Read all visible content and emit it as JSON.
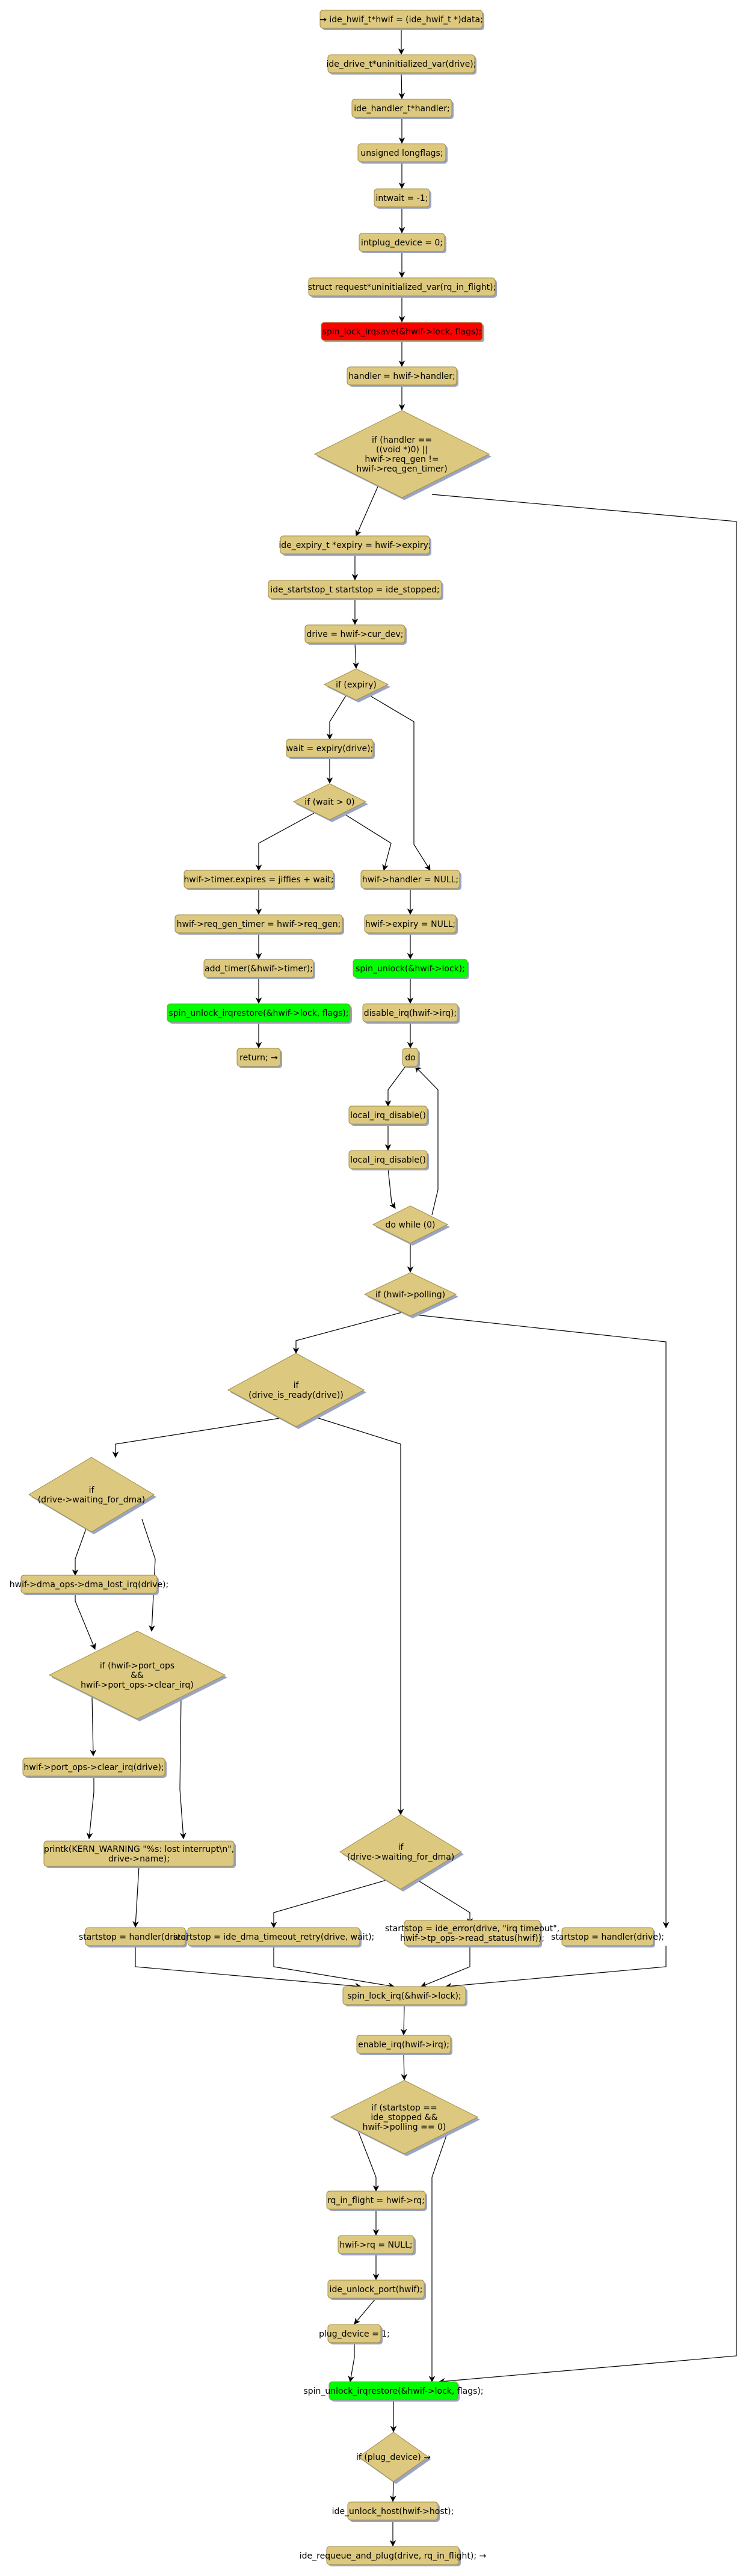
{
  "diagram": {
    "colors": {
      "node_fill": "#dcc87e",
      "node_border": "#a08c45",
      "lock_fill": "#ff0000",
      "unlock_fill": "#00ff00",
      "edge": "#000000",
      "shadow": "#9aa4c4"
    },
    "nodes": [
      {
        "id": "n1",
        "shape": "box",
        "lines": [
          "→ ide_hwif_t*hwif = (ide_hwif_t *)data;"
        ]
      },
      {
        "id": "n2",
        "shape": "box",
        "lines": [
          "ide_drive_t*uninitialized_var(drive);"
        ]
      },
      {
        "id": "n3",
        "shape": "box",
        "lines": [
          "ide_handler_t*handler;"
        ]
      },
      {
        "id": "n4",
        "shape": "box",
        "lines": [
          "unsigned longflags;"
        ]
      },
      {
        "id": "n5",
        "shape": "box",
        "lines": [
          "intwait = -1;"
        ]
      },
      {
        "id": "n6",
        "shape": "box",
        "lines": [
          "intplug_device = 0;"
        ]
      },
      {
        "id": "n7",
        "shape": "box",
        "lines": [
          "struct request*uninitialized_var(rq_in_flight);"
        ]
      },
      {
        "id": "n8",
        "shape": "box",
        "style": "lock",
        "lines": [
          "spin_lock_irqsave(&hwif->lock, flags);"
        ]
      },
      {
        "id": "n9",
        "shape": "box",
        "lines": [
          "handler = hwif->handler;"
        ]
      },
      {
        "id": "d1",
        "shape": "diamond",
        "lines": [
          "if (handler ==",
          "((void *)0) ||",
          "hwif->req_gen !=",
          "hwif->req_gen_timer)"
        ]
      },
      {
        "id": "n10",
        "shape": "box",
        "lines": [
          "ide_expiry_t *expiry = hwif->expiry;"
        ]
      },
      {
        "id": "n11",
        "shape": "box",
        "lines": [
          "ide_startstop_t startstop = ide_stopped;"
        ]
      },
      {
        "id": "n12",
        "shape": "box",
        "lines": [
          "drive = hwif->cur_dev;"
        ]
      },
      {
        "id": "d2",
        "shape": "diamond",
        "lines": [
          "if (expiry)"
        ]
      },
      {
        "id": "n13",
        "shape": "box",
        "lines": [
          "wait = expiry(drive);"
        ]
      },
      {
        "id": "d3",
        "shape": "diamond",
        "lines": [
          "if (wait > 0)"
        ]
      },
      {
        "id": "n14",
        "shape": "box",
        "lines": [
          "hwif->timer.expires = jiffies + wait;"
        ]
      },
      {
        "id": "n15",
        "shape": "box",
        "lines": [
          "hwif->req_gen_timer = hwif->req_gen;"
        ]
      },
      {
        "id": "n16",
        "shape": "box",
        "lines": [
          "add_timer(&hwif->timer);"
        ]
      },
      {
        "id": "n17",
        "shape": "box",
        "style": "unlock",
        "lines": [
          "spin_unlock_irqrestore(&hwif->lock, flags);"
        ]
      },
      {
        "id": "n18",
        "shape": "box",
        "lines": [
          "return; →"
        ]
      },
      {
        "id": "n19",
        "shape": "box",
        "lines": [
          "hwif->handler = NULL;"
        ]
      },
      {
        "id": "n20",
        "shape": "box",
        "lines": [
          "hwif->expiry = NULL;"
        ]
      },
      {
        "id": "n21",
        "shape": "box",
        "style": "unlock",
        "lines": [
          "spin_unlock(&hwif->lock);"
        ]
      },
      {
        "id": "n22",
        "shape": "box",
        "lines": [
          "disable_irq(hwif->irq);"
        ]
      },
      {
        "id": "n23",
        "shape": "box",
        "lines": [
          "do"
        ]
      },
      {
        "id": "n24",
        "shape": "box",
        "lines": [
          "local_irq_disable()"
        ]
      },
      {
        "id": "n25",
        "shape": "box",
        "lines": [
          "local_irq_disable()"
        ]
      },
      {
        "id": "d4",
        "shape": "diamond",
        "lines": [
          "do while (0)"
        ]
      },
      {
        "id": "d5",
        "shape": "diamond",
        "lines": [
          "if (hwif->polling)"
        ]
      },
      {
        "id": "d6",
        "shape": "diamond",
        "lines": [
          "if",
          "(drive_is_ready(drive))"
        ]
      },
      {
        "id": "d7",
        "shape": "diamond",
        "lines": [
          "if",
          "(drive->waiting_for_dma)"
        ]
      },
      {
        "id": "n26",
        "shape": "box",
        "lines": [
          "hwif->dma_ops->dma_lost_irq(drive);"
        ]
      },
      {
        "id": "d8",
        "shape": "diamond",
        "lines": [
          "if (hwif->port_ops",
          "&&",
          "hwif->port_ops->clear_irq)"
        ]
      },
      {
        "id": "n27",
        "shape": "box",
        "lines": [
          "hwif->port_ops->clear_irq(drive);"
        ]
      },
      {
        "id": "n28",
        "shape": "box",
        "lines": [
          "printk(KERN_WARNING \"%s: lost interrupt\\n\",",
          "drive->name);"
        ]
      },
      {
        "id": "n29",
        "shape": "box",
        "lines": [
          "startstop = handler(drive);"
        ]
      },
      {
        "id": "d9",
        "shape": "diamond",
        "lines": [
          "if",
          "(drive->waiting_for_dma)"
        ]
      },
      {
        "id": "n30",
        "shape": "box",
        "lines": [
          "startstop = ide_dma_timeout_retry(drive, wait);"
        ]
      },
      {
        "id": "n31",
        "shape": "box",
        "lines": [
          "startstop = ide_error(drive, \"irq timeout\",",
          "hwif->tp_ops->read_status(hwif));"
        ]
      },
      {
        "id": "n32",
        "shape": "box",
        "lines": [
          "startstop = handler(drive);"
        ]
      },
      {
        "id": "n33",
        "shape": "box",
        "lines": [
          "spin_lock_irq(&hwif->lock);"
        ]
      },
      {
        "id": "n34",
        "shape": "box",
        "lines": [
          "enable_irq(hwif->irq);"
        ]
      },
      {
        "id": "d10",
        "shape": "diamond",
        "lines": [
          "if (startstop ==",
          "ide_stopped &&",
          "hwif->polling == 0)"
        ]
      },
      {
        "id": "n35",
        "shape": "box",
        "lines": [
          "rq_in_flight = hwif->rq;"
        ]
      },
      {
        "id": "n36",
        "shape": "box",
        "lines": [
          "hwif->rq = NULL;"
        ]
      },
      {
        "id": "n37",
        "shape": "box",
        "lines": [
          "ide_unlock_port(hwif);"
        ]
      },
      {
        "id": "n38",
        "shape": "box",
        "lines": [
          "plug_device = 1;"
        ]
      },
      {
        "id": "n39",
        "shape": "box",
        "style": "unlock",
        "lines": [
          "spin_unlock_irqrestore(&hwif->lock, flags);"
        ]
      },
      {
        "id": "d11",
        "shape": "diamond",
        "lines": [
          "if (plug_device) →"
        ]
      },
      {
        "id": "n40",
        "shape": "box",
        "lines": [
          "ide_unlock_host(hwif->host);"
        ]
      },
      {
        "id": "n41",
        "shape": "box",
        "lines": [
          "ide_requeue_and_plug(drive, rq_in_flight); →"
        ]
      }
    ],
    "edges": [
      [
        "n1",
        "n2"
      ],
      [
        "n2",
        "n3"
      ],
      [
        "n3",
        "n4"
      ],
      [
        "n4",
        "n5"
      ],
      [
        "n5",
        "n6"
      ],
      [
        "n6",
        "n7"
      ],
      [
        "n7",
        "n8"
      ],
      [
        "n8",
        "n9"
      ],
      [
        "n9",
        "d1"
      ],
      [
        "d1",
        "n10"
      ],
      [
        "d1",
        "n39"
      ],
      [
        "n10",
        "n11"
      ],
      [
        "n11",
        "n12"
      ],
      [
        "n12",
        "d2"
      ],
      [
        "d2",
        "n13"
      ],
      [
        "d2",
        "n19"
      ],
      [
        "n13",
        "d3"
      ],
      [
        "d3",
        "n14"
      ],
      [
        "d3",
        "n19"
      ],
      [
        "n14",
        "n15"
      ],
      [
        "n15",
        "n16"
      ],
      [
        "n16",
        "n17"
      ],
      [
        "n17",
        "n18"
      ],
      [
        "n19",
        "n20"
      ],
      [
        "n20",
        "n21"
      ],
      [
        "n21",
        "n22"
      ],
      [
        "n22",
        "n23"
      ],
      [
        "n23",
        "n24"
      ],
      [
        "n24",
        "n25"
      ],
      [
        "n25",
        "d4"
      ],
      [
        "d4",
        "n23"
      ],
      [
        "d4",
        "d5"
      ],
      [
        "d5",
        "d6"
      ],
      [
        "d5",
        "n32"
      ],
      [
        "d6",
        "d7"
      ],
      [
        "d6",
        "d9"
      ],
      [
        "d7",
        "n26"
      ],
      [
        "d7",
        "d8"
      ],
      [
        "n26",
        "d8"
      ],
      [
        "d8",
        "n27"
      ],
      [
        "d8",
        "n28"
      ],
      [
        "n27",
        "n28"
      ],
      [
        "n28",
        "n29"
      ],
      [
        "d9",
        "n30"
      ],
      [
        "d9",
        "n31"
      ],
      [
        "n29",
        "n33"
      ],
      [
        "n30",
        "n33"
      ],
      [
        "n31",
        "n33"
      ],
      [
        "n32",
        "n33"
      ],
      [
        "n33",
        "n34"
      ],
      [
        "n34",
        "d10"
      ],
      [
        "d10",
        "n35"
      ],
      [
        "d10",
        "n39"
      ],
      [
        "n35",
        "n36"
      ],
      [
        "n36",
        "n37"
      ],
      [
        "n37",
        "n38"
      ],
      [
        "n38",
        "n39"
      ],
      [
        "n39",
        "d11"
      ],
      [
        "d11",
        "n40"
      ],
      [
        "n40",
        "n41"
      ]
    ]
  }
}
